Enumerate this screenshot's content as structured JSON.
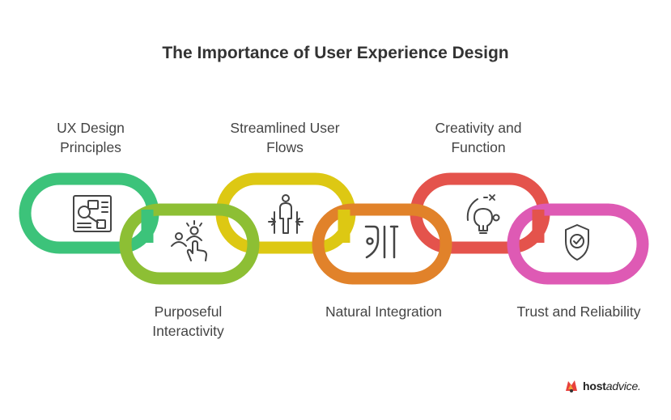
{
  "title": "The Importance of User Experience Design",
  "links": [
    {
      "id": "ux-design-principles",
      "lines": [
        "UX Design",
        "Principles"
      ],
      "color": "#3cc37a",
      "icon": "layout-diagram-icon"
    },
    {
      "id": "purposeful-interactivity",
      "lines": [
        "Purposeful",
        "Interactivity"
      ],
      "color": "#8dbf34",
      "icon": "touch-users-icon"
    },
    {
      "id": "streamlined-user-flows",
      "lines": [
        "Streamlined User",
        "Flows"
      ],
      "color": "#ddc813",
      "icon": "user-flow-icon"
    },
    {
      "id": "natural-integration",
      "lines": [
        "Natural Integration"
      ],
      "color": "#e1822a",
      "icon": "integration-icon"
    },
    {
      "id": "creativity-and-function",
      "lines": [
        "Creativity and",
        "Function"
      ],
      "color": "#e4534c",
      "icon": "lightbulb-icon"
    },
    {
      "id": "trust-and-reliability",
      "lines": [
        "Trust and Reliability"
      ],
      "color": "#de5ab4",
      "icon": "shield-check-icon"
    }
  ],
  "brand": {
    "name_bold": "host",
    "name_thin": "advice.",
    "icon": "hostadvice-logo-icon",
    "accent": "#e8413c"
  }
}
